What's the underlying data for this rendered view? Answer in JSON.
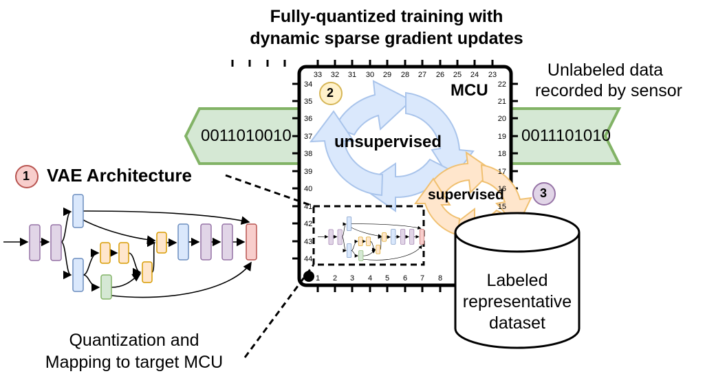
{
  "title_line1": "Fully-quantized training with",
  "title_line2": "dynamic sparse gradient updates",
  "mcu_label": "MCU",
  "unlabeled_line1": "Unlabeled data",
  "unlabeled_line2": "recorded by sensor",
  "left_bits": "0011010010",
  "right_bits": "0011101010",
  "step1_number": "1",
  "step1_label": "VAE Architecture",
  "step2_number": "2",
  "step3_number": "3",
  "unsupervised_label": "unsupervised",
  "supervised_label": "supervised",
  "dataset_line1": "Labeled",
  "dataset_line2": "representative",
  "dataset_line3": "dataset",
  "quant_line1": "Quantization and",
  "quant_line2": "Mapping to target MCU",
  "pins_top": [
    "33",
    "32",
    "31",
    "30",
    "29",
    "28",
    "27",
    "26",
    "25",
    "24",
    "23"
  ],
  "pins_left": [
    "34",
    "35",
    "36",
    "37",
    "38",
    "39",
    "40",
    "41",
    "42",
    "43",
    "44"
  ],
  "pins_right": [
    "22",
    "21",
    "20",
    "19",
    "18",
    "17",
    "16",
    "15"
  ],
  "pins_bottom": [
    "1",
    "2",
    "3",
    "4",
    "5",
    "6",
    "7",
    "8"
  ],
  "colors": {
    "green_fill": "#d5e8d4",
    "green_stroke": "#82b366",
    "blue_fill": "#dae8fc",
    "blue_stroke": "#6c8ebf",
    "orange_fill": "#ffe6cc",
    "orange_stroke": "#d79b00",
    "purple_fill": "#e1d5e7",
    "purple_stroke": "#9673a6",
    "red_fill": "#f8cecc",
    "red_stroke": "#b85450",
    "yellow_fill": "#fff2cc",
    "yellow_stroke": "#d6b656"
  }
}
